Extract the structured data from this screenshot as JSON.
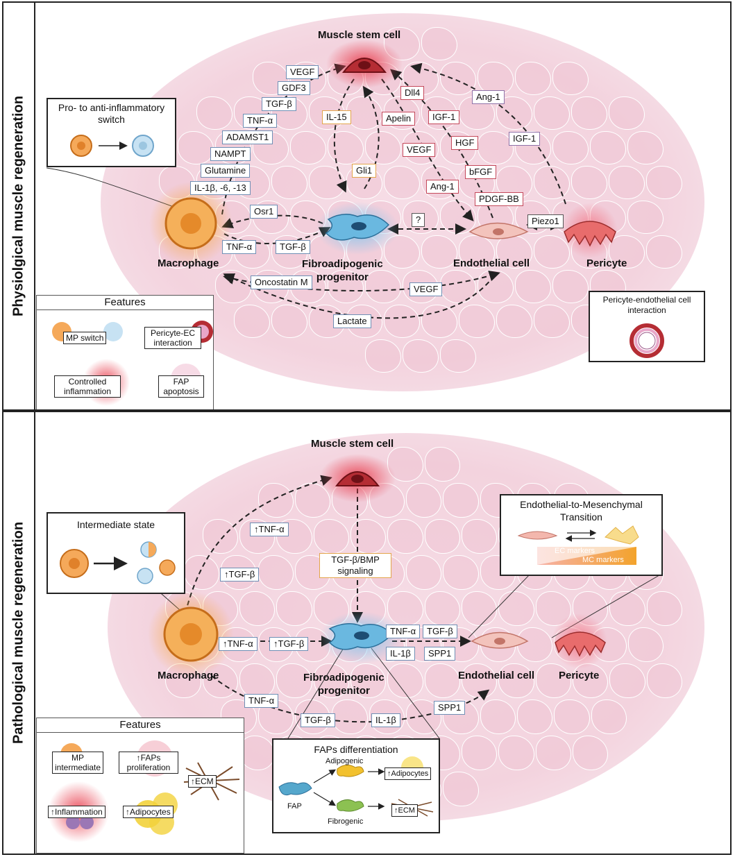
{
  "panel1": {
    "title": "Physiolgical muscle regeneration",
    "cells": {
      "msc": "Muscle stem cell",
      "macrophage": "Macrophage",
      "fap_line1": "Fibroadipogenic",
      "fap_line2": "progenitor",
      "endothelial": "Endothelial cell",
      "pericyte": "Pericyte"
    },
    "labels": {
      "vegf_top": "VEGF",
      "gdf3": "GDF3",
      "tgfb_top": "TGF-β",
      "tnfa_top": "TNF-α",
      "adamst1": "ADAMST1",
      "nampt": "NAMPT",
      "glutamine": "Glutamine",
      "il1": "IL-1β, -6, -13",
      "il15": "IL-15",
      "gli1": "Gli1",
      "apelin": "Apelin",
      "dll4": "Dll4",
      "vegf_mid": "VEGF",
      "igf1_a": "IGF-1",
      "hgf": "HGF",
      "bfgf": "bFGF",
      "ang1_a": "Ang-1",
      "pdgfbb": "PDGF-BB",
      "ang1_b": "Ang-1",
      "igf1_b": "IGF-1",
      "osr1": "Osr1",
      "q": "?",
      "tnfa_low": "TNF-α",
      "tgfb_low": "TGF-β",
      "piezo1": "Piezo1",
      "oncostatin": "Oncostatin M",
      "vegf_low": "VEGF",
      "lactate": "Lactate"
    },
    "switch_box": {
      "title": "Pro- to anti-inflammatory switch"
    },
    "pericyte_box": {
      "title": "Pericyte-endothelial cell interaction"
    },
    "features": {
      "title": "Features",
      "mp_switch": "MP switch",
      "pericyte_ec": "Pericyte-EC interaction",
      "controlled": "Controlled inflammation",
      "fap_apoptosis": "FAP apoptosis"
    }
  },
  "panel2": {
    "title": "Pathological muscle regeneration",
    "cells": {
      "msc": "Muscle stem cell",
      "macrophage": "Macrophage",
      "fap_line1": "Fibroadipogenic",
      "fap_line2": "progenitor",
      "endothelial": "Endothelial cell",
      "pericyte": "Pericyte"
    },
    "labels": {
      "up_tnfa_top": "↑TNF-α",
      "up_tgfb_left": "↑TGF-β",
      "tgfb_bmp": "TGF-β/BMP signaling",
      "up_tnfa_mid": "↑TNF-α",
      "up_tgfb_mid": "↑TGF-β",
      "tnfa_r": "TNF-α",
      "tgfb_r": "TGF-β",
      "il1b_r": "IL-1β",
      "spp1_r": "SPP1",
      "tnfa_low": "TNF-α",
      "tgfb_low": "TGF-β",
      "il1b_low": "IL-1β",
      "spp1_low": "SPP1"
    },
    "intermediate_box": {
      "title": "Intermediate state"
    },
    "endmt_box": {
      "title": "Endothelial-to-Mesenchymal Transition",
      "ec_markers": "EC markers",
      "mc_markers": "MC markers"
    },
    "faps_box": {
      "title": "FAPs differentiation",
      "adipogenic": "Adipogenic",
      "fibrogenic": "Fibrogenic",
      "fap": "FAP",
      "adipocytes": "↑Adipocytes",
      "ecm": "↑ECM"
    },
    "features": {
      "title": "Features",
      "mp_intermediate": "MP intermediate",
      "faps_prolif": "↑FAPs proliferation",
      "ecm": "↑ECM",
      "inflammation": "↑Inflammation",
      "adipocytes": "↑Adipocytes"
    }
  }
}
